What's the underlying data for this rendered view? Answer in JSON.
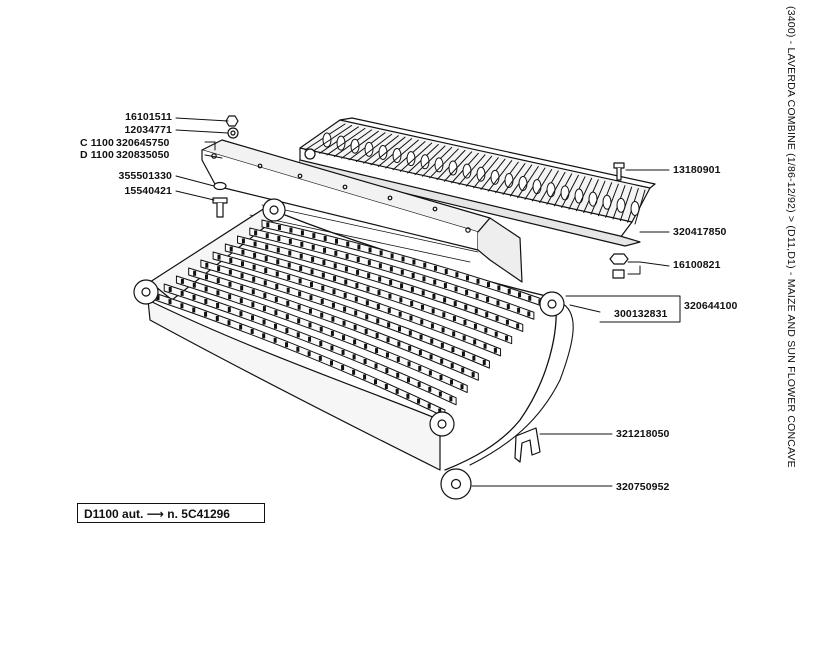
{
  "side_title": "(3400) - LAVERDA COMBINE (1/86-12/92) > (D11,D1) - MAIZE AND SUN FLOWER CONCAVE",
  "parts": {
    "p16101511": "16101511",
    "p12034771": "12034771",
    "c1100_prefix": "C 1100",
    "p320645750": "320645750",
    "d1100_prefix": "D 1100",
    "p320835050": "320835050",
    "p355501330": "355501330",
    "p15540421": "15540421",
    "p13180901": "13180901",
    "p320417850": "320417850",
    "p16100821": "16100821",
    "p320644100": "320644100",
    "p300132831": "300132831",
    "p321218050": "321218050",
    "p320750952": "320750952"
  },
  "note_box": {
    "model": "D1100 aut.",
    "arrow": "⟶",
    "serial": "n. 5C41296"
  }
}
